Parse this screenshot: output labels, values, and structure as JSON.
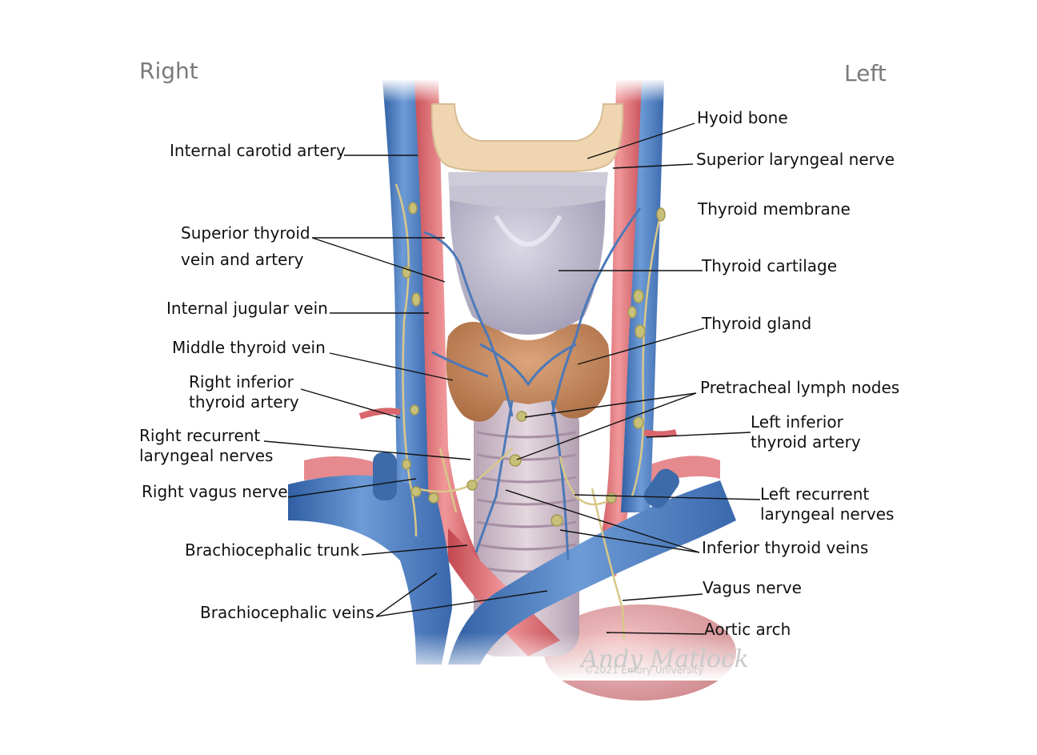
{
  "orientation": {
    "right": "Right",
    "left": "Left"
  },
  "labels": {
    "internal_carotid_artery": "Internal carotid artery",
    "superior_thyroid_1": "Superior thyroid",
    "superior_thyroid_2": "vein and artery",
    "internal_jugular_vein": "Internal jugular vein",
    "middle_thyroid_vein": "Middle thyroid vein",
    "right_inferior_1": "Right inferior",
    "right_inferior_2": "thyroid artery",
    "right_recurrent_1": "Right recurrent",
    "right_recurrent_2": "laryngeal nerves",
    "right_vagus_nerve": "Right vagus nerve",
    "brachiocephalic_trunk": "Brachiocephalic trunk",
    "brachiocephalic_veins": "Brachiocephalic veins",
    "hyoid_bone": "Hyoid bone",
    "superior_laryngeal_nerve": "Superior laryngeal nerve",
    "thyroid_membrane": "Thyroid membrane",
    "thyroid_cartilage": "Thyroid cartilage",
    "thyroid_gland": "Thyroid gland",
    "pretracheal_lymph_nodes": "Pretracheal lymph nodes",
    "left_inferior_1": "Left inferior",
    "left_inferior_2": "thyroid artery",
    "left_recurrent_1": "Left recurrent",
    "left_recurrent_2": "laryngeal nerves",
    "inferior_thyroid_veins": "Inferior thyroid veins",
    "vagus_nerve": "Vagus nerve",
    "aortic_arch": "Aortic arch"
  },
  "signature": {
    "artist": "Andy Matlock",
    "copyright": "©2021 Emory University"
  },
  "colors": {
    "vein": "#4a78b8",
    "artery": "#d9666c",
    "gland": "#c68a5c",
    "cartilage": "#b7b3c6",
    "hyoid": "#efd6b0",
    "node": "#c8c078",
    "leader": "#111111"
  }
}
